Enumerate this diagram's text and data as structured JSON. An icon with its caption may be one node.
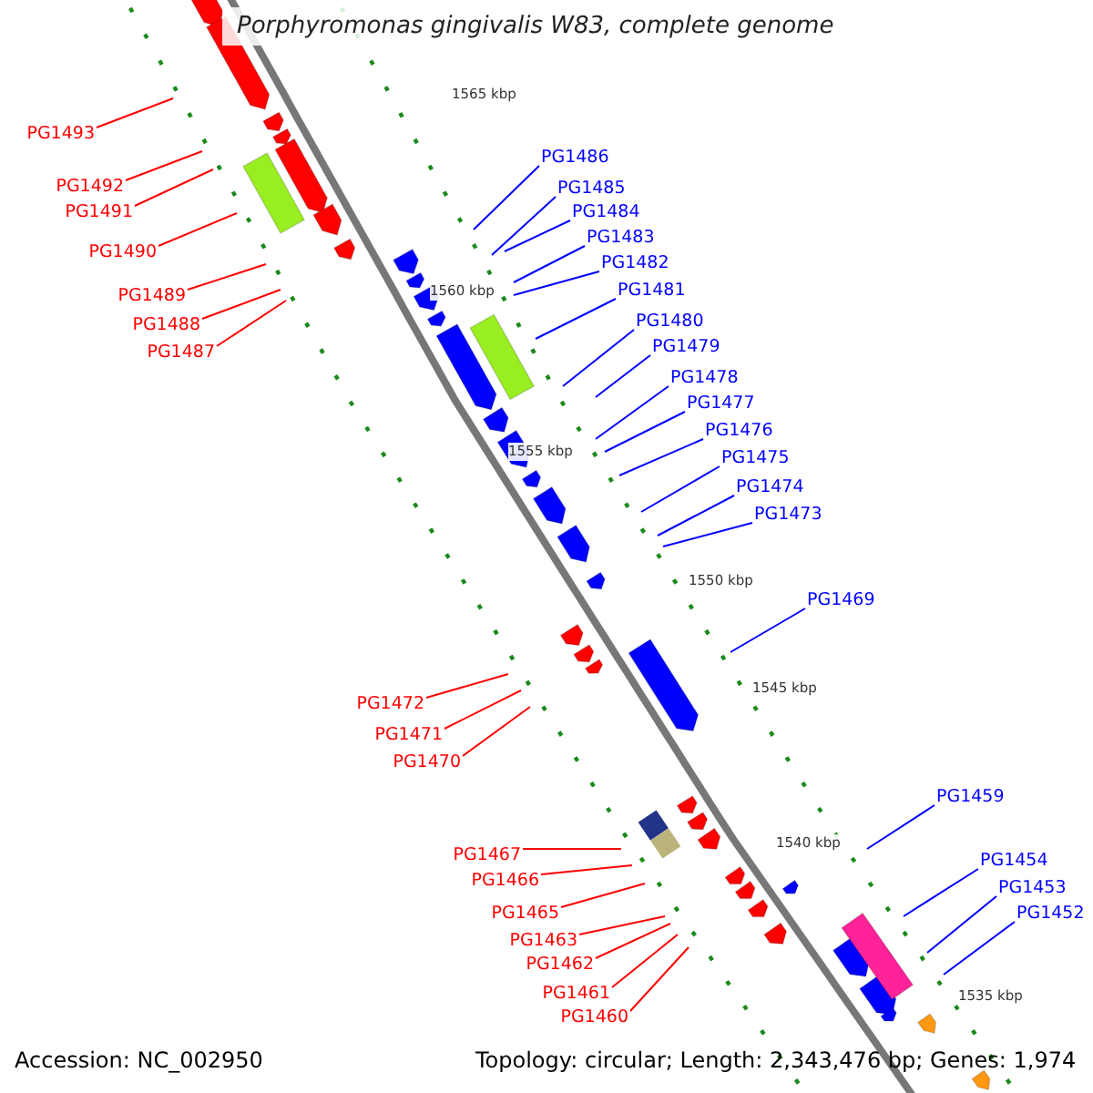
{
  "diagram": {
    "title": "Porphyromonas gingivalis W83, complete genome",
    "nodes": [
      {
        "text": [
          "PG1493"
        ]
      },
      {
        "text": [
          "PG1492"
        ]
      },
      {
        "text": [
          "PG1491"
        ]
      },
      {
        "text": [
          "PG1490"
        ]
      },
      {
        "text": [
          "PG1489"
        ]
      },
      {
        "text": [
          "PG1488"
        ]
      },
      {
        "text": [
          "PG1487"
        ]
      },
      {
        "text": [
          "PG1486"
        ]
      },
      {
        "text": [
          "PG1485"
        ]
      },
      {
        "text": [
          "PG1484"
        ]
      },
      {
        "text": [
          "PG1483"
        ]
      },
      {
        "text": [
          "PG1482"
        ]
      },
      {
        "text": [
          "PG1481"
        ]
      },
      {
        "text": [
          "PG1480"
        ]
      },
      {
        "text": [
          "PG1479"
        ]
      },
      {
        "text": [
          "PG1478"
        ]
      },
      {
        "text": [
          "PG1477"
        ]
      },
      {
        "text": [
          "PG1476"
        ]
      },
      {
        "text": [
          "PG1475"
        ]
      },
      {
        "text": [
          "PG1474"
        ]
      },
      {
        "text": [
          "PG1473"
        ]
      },
      {
        "text": [
          "PG1469"
        ]
      },
      {
        "text": [
          "PG1472"
        ]
      },
      {
        "text": [
          "PG1471"
        ]
      },
      {
        "text": [
          "PG1470"
        ]
      },
      {
        "text": [
          "PG1467"
        ]
      },
      {
        "text": [
          "PG1466"
        ]
      },
      {
        "text": [
          "PG1465"
        ]
      },
      {
        "text": [
          "PG1463"
        ]
      },
      {
        "text": [
          "PG1462"
        ]
      },
      {
        "text": [
          "PG1461"
        ]
      },
      {
        "text": [
          "PG1460"
        ]
      },
      {
        "text": [
          "PG1459"
        ]
      },
      {
        "text": [
          "PG1454"
        ]
      },
      {
        "text": [
          "PG1453"
        ]
      },
      {
        "text": [
          "PG1452"
        ]
      }
    ],
    "edges": [
      {
        "from": 0,
        "to": null,
        "arrow": "none",
        "color": "#ff0000"
      },
      {
        "from": 1,
        "to": null,
        "arrow": "none",
        "color": "#ff0000"
      },
      {
        "from": 2,
        "to": null,
        "arrow": "none",
        "color": "#ff0000"
      },
      {
        "from": 3,
        "to": null,
        "arrow": "none",
        "color": "#ff0000"
      },
      {
        "from": 4,
        "to": null,
        "arrow": "none",
        "color": "#ff0000"
      },
      {
        "from": 5,
        "to": null,
        "arrow": "none",
        "color": "#ff0000"
      },
      {
        "from": 6,
        "to": null,
        "arrow": "none",
        "color": "#ff0000"
      },
      {
        "from": 7,
        "to": null,
        "arrow": "none"
      },
      {
        "from": 8,
        "to": null,
        "arrow": "none"
      },
      {
        "from": 9,
        "to": null,
        "arrow": "none"
      },
      {
        "from": 10,
        "to": null,
        "arrow": "none"
      },
      {
        "from": 11,
        "to": null,
        "arrow": "none"
      },
      {
        "from": 12,
        "to": null,
        "arrow": "none"
      },
      {
        "from": 13,
        "to": null,
        "arrow": "none"
      },
      {
        "from": 14,
        "to": null,
        "arrow": "none"
      },
      {
        "from": 15,
        "to": null,
        "arrow": "none"
      },
      {
        "from": 16,
        "to": null,
        "arrow": "none"
      },
      {
        "from": 17,
        "to": null,
        "arrow": "none"
      },
      {
        "from": 18,
        "to": null,
        "arrow": "none"
      },
      {
        "from": 19,
        "to": null,
        "arrow": "none"
      },
      {
        "from": 20,
        "to": null,
        "arrow": "none"
      },
      {
        "from": 21,
        "to": null,
        "arrow": "none"
      },
      {
        "from": 22,
        "to": null,
        "arrow": "none",
        "color": "#ff0000"
      },
      {
        "from": 23,
        "to": null,
        "arrow": "none",
        "color": "#ff0000"
      },
      {
        "from": 24,
        "to": null,
        "arrow": "none",
        "color": "#ff0000"
      },
      {
        "from": 25,
        "to": null,
        "arrow": "none",
        "color": "#ff0000"
      },
      {
        "from": 26,
        "to": null,
        "arrow": "none",
        "color": "#ff0000"
      },
      {
        "from": 27,
        "to": null,
        "arrow": "none",
        "color": "#ff0000"
      },
      {
        "from": 28,
        "to": null,
        "arrow": "none",
        "color": "#ff0000"
      },
      {
        "from": 29,
        "to": null,
        "arrow": "none",
        "color": "#ff0000"
      },
      {
        "from": 30,
        "to": null,
        "arrow": "none",
        "color": "#ff0000"
      },
      {
        "from": 31,
        "to": null,
        "arrow": "none",
        "color": "#ff0000"
      },
      {
        "from": 32,
        "to": null,
        "arrow": "none"
      },
      {
        "from": 33,
        "to": null,
        "arrow": "none"
      },
      {
        "from": 34,
        "to": null,
        "arrow": "none"
      },
      {
        "from": 35,
        "to": null,
        "arrow": "none"
      }
    ],
    "labels": [
      "1565 kbp",
      "1560 kbp",
      "1555 kbp",
      "1550 kbp",
      "1545 kbp",
      "1540 kbp",
      "1535 kbp",
      "Accession: NC_002950",
      "Topology: circular; Length: 2,343,476 bp; Genes: 1,974"
    ]
  }
}
